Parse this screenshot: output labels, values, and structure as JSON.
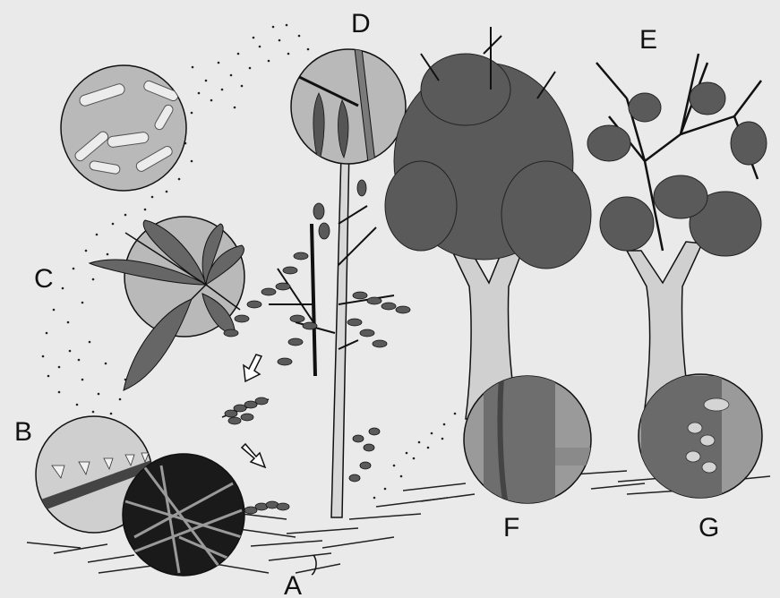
{
  "labels": {
    "a": "A",
    "b": "B",
    "c": "C",
    "d": "D",
    "e": "E",
    "f": "F",
    "g": "G"
  },
  "colors": {
    "background": "#eaeaea",
    "ink": "#111111",
    "inset_fill": "#b9b9b9",
    "foliage": "#5a5a5a",
    "bark": "#c8c8c8"
  }
}
